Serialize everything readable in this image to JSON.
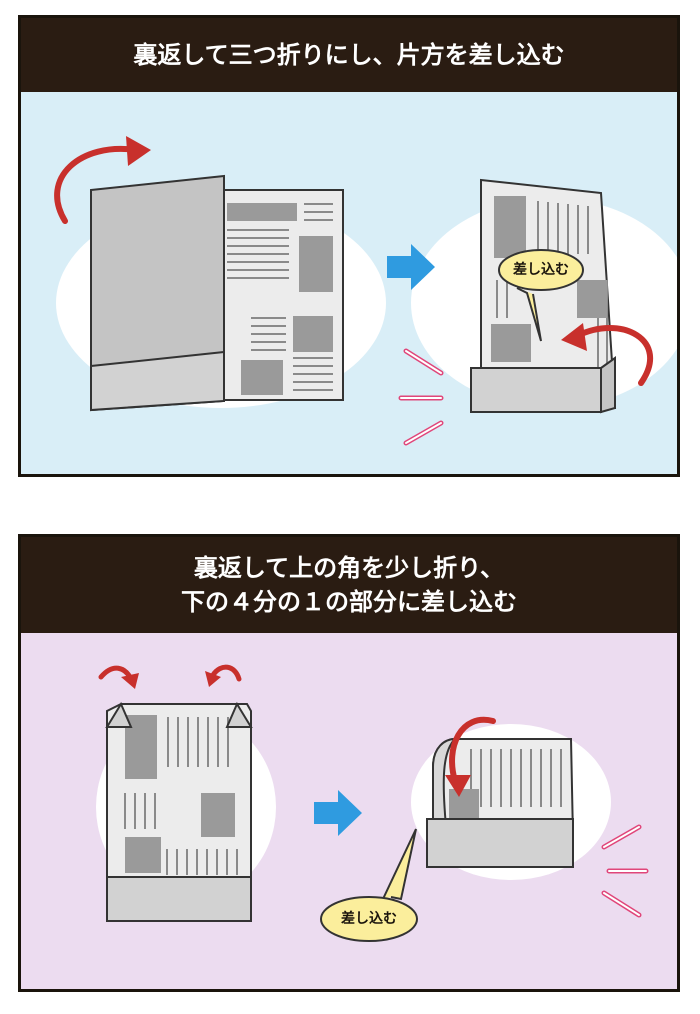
{
  "panels": [
    {
      "title": "裏返して三つ折りにし、片方を差し込む",
      "bubble_label": "差し込む",
      "background": "#d9eef7"
    },
    {
      "title_line1": "裏返して上の角を少し折り、",
      "title_line2": "下の４分の１の部分に差し込む",
      "bubble_label": "差し込む",
      "background": "#ecdcf0"
    }
  ],
  "colors": {
    "header_bg": "#2a1c12",
    "arrow_red": "#c8302c",
    "arrow_blue": "#2f9be0",
    "accent_pink": "#e0467a",
    "bubble_yellow": "#fbee9c",
    "paper": "#ececec",
    "paper_dark": "#9a9a9a"
  },
  "icons": [
    "curved-arrow-icon",
    "right-arrow-icon",
    "motion-lines-icon"
  ]
}
